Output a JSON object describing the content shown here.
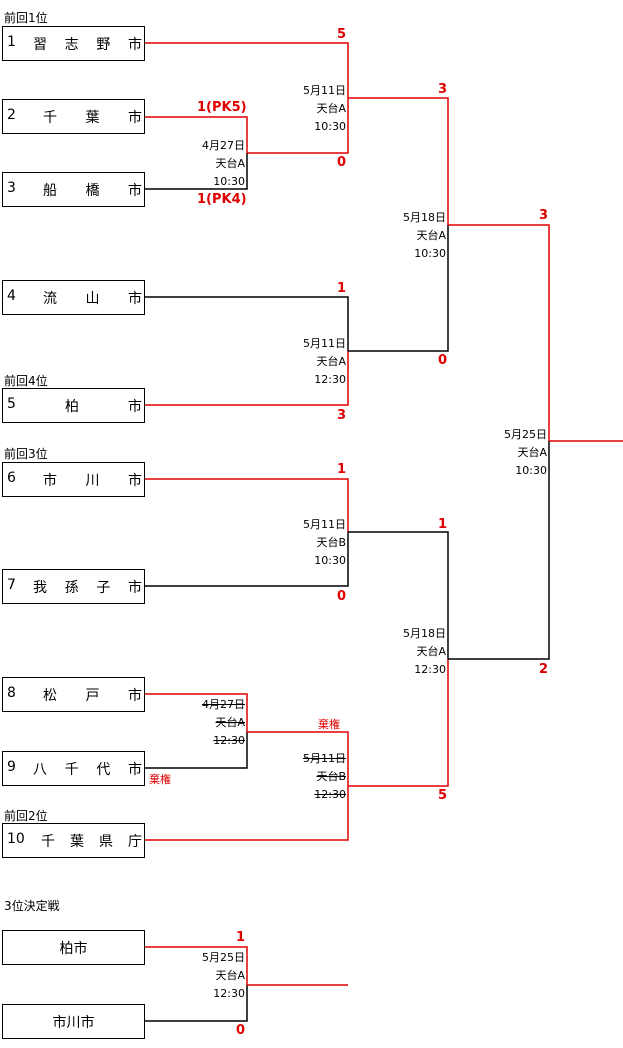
{
  "teams": [
    {
      "num": "1",
      "chars": [
        "習",
        "志",
        "野",
        "市"
      ]
    },
    {
      "num": "2",
      "chars": [
        "千",
        "葉",
        "市"
      ]
    },
    {
      "num": "3",
      "chars": [
        "船",
        "橋",
        "市"
      ]
    },
    {
      "num": "4",
      "chars": [
        "流",
        "山",
        "市"
      ]
    },
    {
      "num": "5",
      "chars": [
        "柏",
        "市"
      ]
    },
    {
      "num": "6",
      "chars": [
        "市",
        "川",
        "市"
      ]
    },
    {
      "num": "7",
      "chars": [
        "我",
        "孫",
        "子",
        "市"
      ]
    },
    {
      "num": "8",
      "chars": [
        "松",
        "戸",
        "市"
      ]
    },
    {
      "num": "9",
      "chars": [
        "八",
        "千",
        "代",
        "市"
      ]
    },
    {
      "num": "10",
      "chars": [
        "千",
        "葉",
        "県",
        "庁"
      ]
    }
  ],
  "notes": {
    "first": "前回1位",
    "fourth": "前回4位",
    "third": "前回3位",
    "second": "前回2位"
  },
  "third_place": {
    "title": "3位決定戦",
    "team_a": "柏市",
    "team_b": "市川市"
  },
  "schedules": {
    "m_4_27_a": [
      "4月27日",
      "天台A",
      "10:30"
    ],
    "m_4_27_b": [
      "4月27日",
      "天台A",
      "12:30"
    ],
    "m_5_11_a": [
      "5月11日",
      "天台A",
      "10:30"
    ],
    "m_5_11_b": [
      "5月11日",
      "天台A",
      "12:30"
    ],
    "m_5_11_c": [
      "5月11日",
      "天台B",
      "10:30"
    ],
    "m_5_11_d": [
      "5月11日",
      "天台B",
      "12:30"
    ],
    "m_5_18_a": [
      "5月18日",
      "天台A",
      "10:30"
    ],
    "m_5_18_b": [
      "5月18日",
      "天台A",
      "12:30"
    ],
    "m_5_25_final": [
      "5月25日",
      "天台A",
      "10:30"
    ],
    "m_5_25_third": [
      "5月25日",
      "天台A",
      "12:30"
    ]
  },
  "scores": {
    "s1": "5",
    "s2": "1(PK5)",
    "s3": "1(PK4)",
    "s4": "0",
    "s5": "3",
    "s6": "1",
    "s7": "3",
    "s8": "0",
    "s9": "1",
    "s10": "0",
    "s11": "1",
    "s12": "5",
    "s13": "3",
    "s14": "2",
    "s15": "1",
    "s16": "0"
  },
  "forfeit": {
    "label": "棄権"
  },
  "colors": {
    "win_line": "#e00000",
    "line": "#000000"
  }
}
